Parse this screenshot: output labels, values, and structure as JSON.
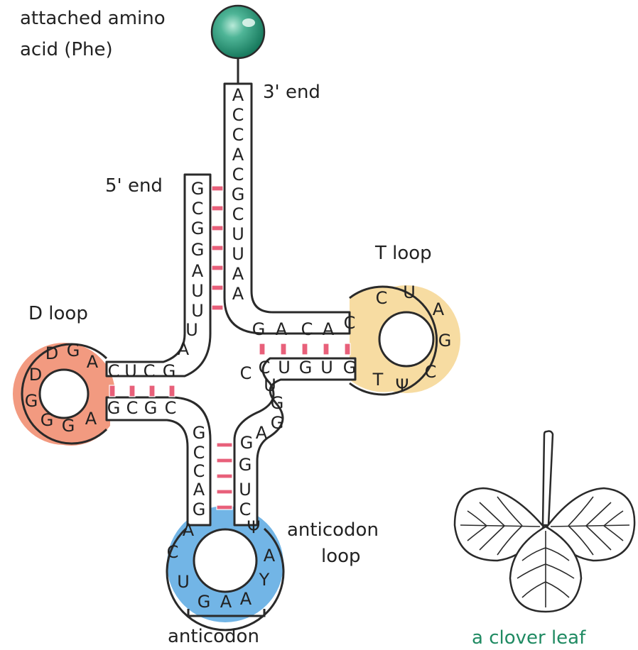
{
  "labels": {
    "amino_line1": "attached amino",
    "amino_line2": "acid (Phe)",
    "three_prime": "3' end",
    "five_prime": "5' end",
    "t_loop": "T loop",
    "d_loop": "D loop",
    "anticodon_loop_line1": "anticodon",
    "anticodon_loop_line2": "loop",
    "anticodon": "anticodon",
    "clover_caption": "a clover leaf"
  },
  "colors": {
    "amino_acid": "#2e9a7f",
    "acceptor_highlight": "#8fc7b4",
    "t_loop": "#f7dca2",
    "d_loop": "#f29a80",
    "anticodon_loop": "#72b5e6",
    "base_pair": "#e8607a",
    "caption_green": "#1f8a62"
  },
  "sequences": {
    "acceptor_3prime": [
      "A",
      "C",
      "C",
      "A",
      "C",
      "G",
      "C",
      "U",
      "U",
      "A",
      "A"
    ],
    "strand_5prime": [
      "G",
      "C",
      "G",
      "G",
      "A",
      "U",
      "U",
      "U",
      "A"
    ],
    "d_stem_top": [
      "C",
      "U",
      "C",
      "G"
    ],
    "d_loop": [
      "A",
      "G",
      "D",
      "D",
      "G",
      "G",
      "G",
      "A"
    ],
    "d_stem_bottom": [
      "G",
      "C",
      "G",
      "C"
    ],
    "anticodon_stem_left": [
      "G",
      "C",
      "C",
      "A",
      "G"
    ],
    "anticodon_loop": [
      "A",
      "C",
      "U",
      "G",
      "A",
      "A",
      "Y",
      "A",
      "Ψ"
    ],
    "anticodon_stem_right": [
      "C",
      "U",
      "G",
      "G",
      "A"
    ],
    "variable_loop": [
      "G",
      "G",
      "U",
      "C"
    ],
    "t_stem_bottom": [
      "C",
      "U",
      "G",
      "U",
      "G"
    ],
    "t_loop": [
      "T",
      "Ψ",
      "C",
      "G",
      "A",
      "U",
      "C"
    ],
    "t_stem_top": [
      "G",
      "A",
      "C",
      "A",
      "C"
    ]
  }
}
